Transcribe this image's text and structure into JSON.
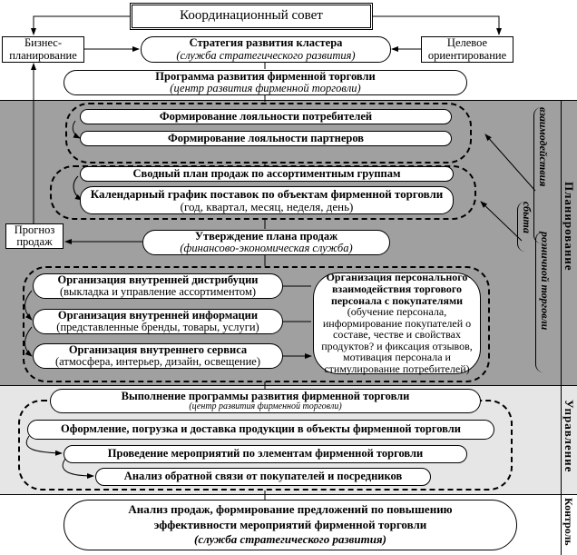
{
  "council": "Координационный совет",
  "business_planning": [
    "Бизнес-",
    "планирование"
  ],
  "target_orientation": [
    "Целевое",
    "ориентирование"
  ],
  "strategy": {
    "title": "Стратегия развития кластера",
    "owner": "(служба стратегического развития)"
  },
  "program": {
    "title": "Программа развития фирменной торговли",
    "owner": "(центр развития фирменной торговли)"
  },
  "loyalty": [
    "Формирование лояльности потребителей",
    "Формирование лояльности партнеров"
  ],
  "sales_plan": {
    "summary": "Сводный план продаж по ассортиментным группам",
    "calendar_bold": "Календарный график поставок по объектам фирменной торговли",
    "calendar_rest": "(год, квартал, месяц, неделя, день)"
  },
  "forecast": [
    "Прогноз",
    "продаж"
  ],
  "approval": {
    "title": "Утверждение плана продаж",
    "owner": "(финансово-экономическая служба)"
  },
  "internal": [
    {
      "title": "Организация внутренней дистрибуции",
      "desc": "(выкладка и управление ассортиментом)"
    },
    {
      "title": "Организация внутренней информации",
      "desc": "(представленные бренды, товары, услуги)"
    },
    {
      "title": "Организация внутреннего сервиса",
      "desc": "(атмосфера, интерьер, дизайн, освещение)"
    }
  ],
  "personal": {
    "title": "Организация персонального взаимодействия торгового персонала с покупателями",
    "desc": "(обучение персонала, информирование покупателей о составе, честве и свойствах продуктов? и фиксация отзывов, мотивация персонала и стимулирование потребителей)"
  },
  "braces": [
    "взаимодействия",
    "сбыта",
    "розничной торговли"
  ],
  "execution": {
    "title": "Выполнение программы развития фирменной торговли",
    "owner": "(центр развития фирменной торговли)"
  },
  "steps": [
    "Оформление, погрузка и доставка продукции в объекты фирменной торговли",
    "Проведение мероприятий по элементам фирменной торговли",
    "Анализ обратной связи от покупателей и посредников"
  ],
  "control_box": {
    "line1": "Анализ продаж, формирование предложений по повышению",
    "line2": "эффективности мероприятий фирменной торговли",
    "owner": "(служба стратегического развития)"
  },
  "stages": [
    "Планирование",
    "Управление",
    "Контроль"
  ]
}
